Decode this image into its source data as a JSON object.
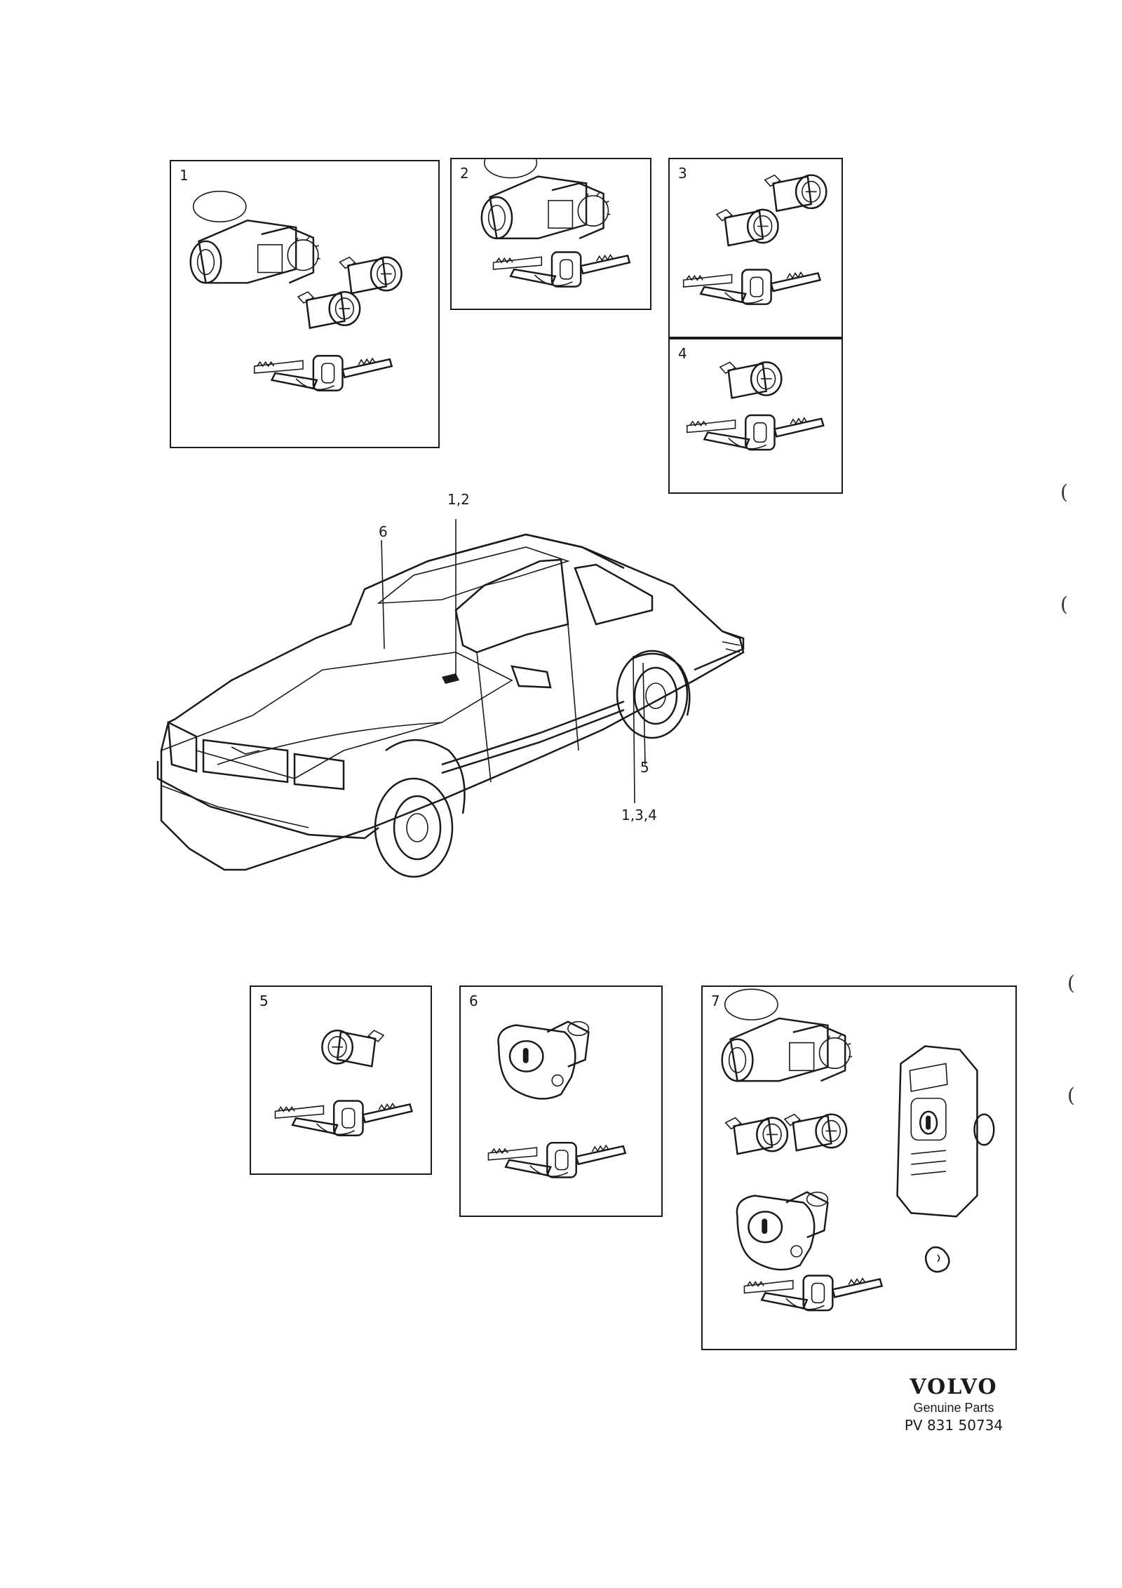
{
  "panels": [
    {
      "id": "p1",
      "number": "1",
      "parts": [
        "ignition-switch",
        "door-lock-cylinder",
        "door-lock-cylinder",
        "key-set"
      ]
    },
    {
      "id": "p2",
      "number": "2",
      "parts": [
        "ignition-switch",
        "key-set"
      ]
    },
    {
      "id": "p3",
      "number": "3",
      "parts": [
        "door-lock-cylinder",
        "door-lock-cylinder",
        "key-set"
      ]
    },
    {
      "id": "p4",
      "number": "4",
      "parts": [
        "door-lock-cylinder",
        "key-set"
      ]
    },
    {
      "id": "p5",
      "number": "5",
      "parts": [
        "lock-cylinder",
        "key-set"
      ]
    },
    {
      "id": "p6",
      "number": "6",
      "parts": [
        "trunk-lock",
        "key-set"
      ]
    },
    {
      "id": "p7",
      "number": "7",
      "parts": [
        "ignition-switch",
        "door-lock-cylinder",
        "door-lock-cylinder",
        "trunk-lock",
        "key-set",
        "remote-key-housing",
        "retaining-clip"
      ]
    }
  ],
  "car_callouts": {
    "c12": "1,2",
    "c6": "6",
    "c5": "5",
    "c134": "1,3,4"
  },
  "brand": {
    "logo": "VOLVO",
    "subtitle": "Genuine Parts",
    "code": "PV 831 50734"
  },
  "margin_marks": [
    "(",
    "(",
    "(",
    "("
  ]
}
